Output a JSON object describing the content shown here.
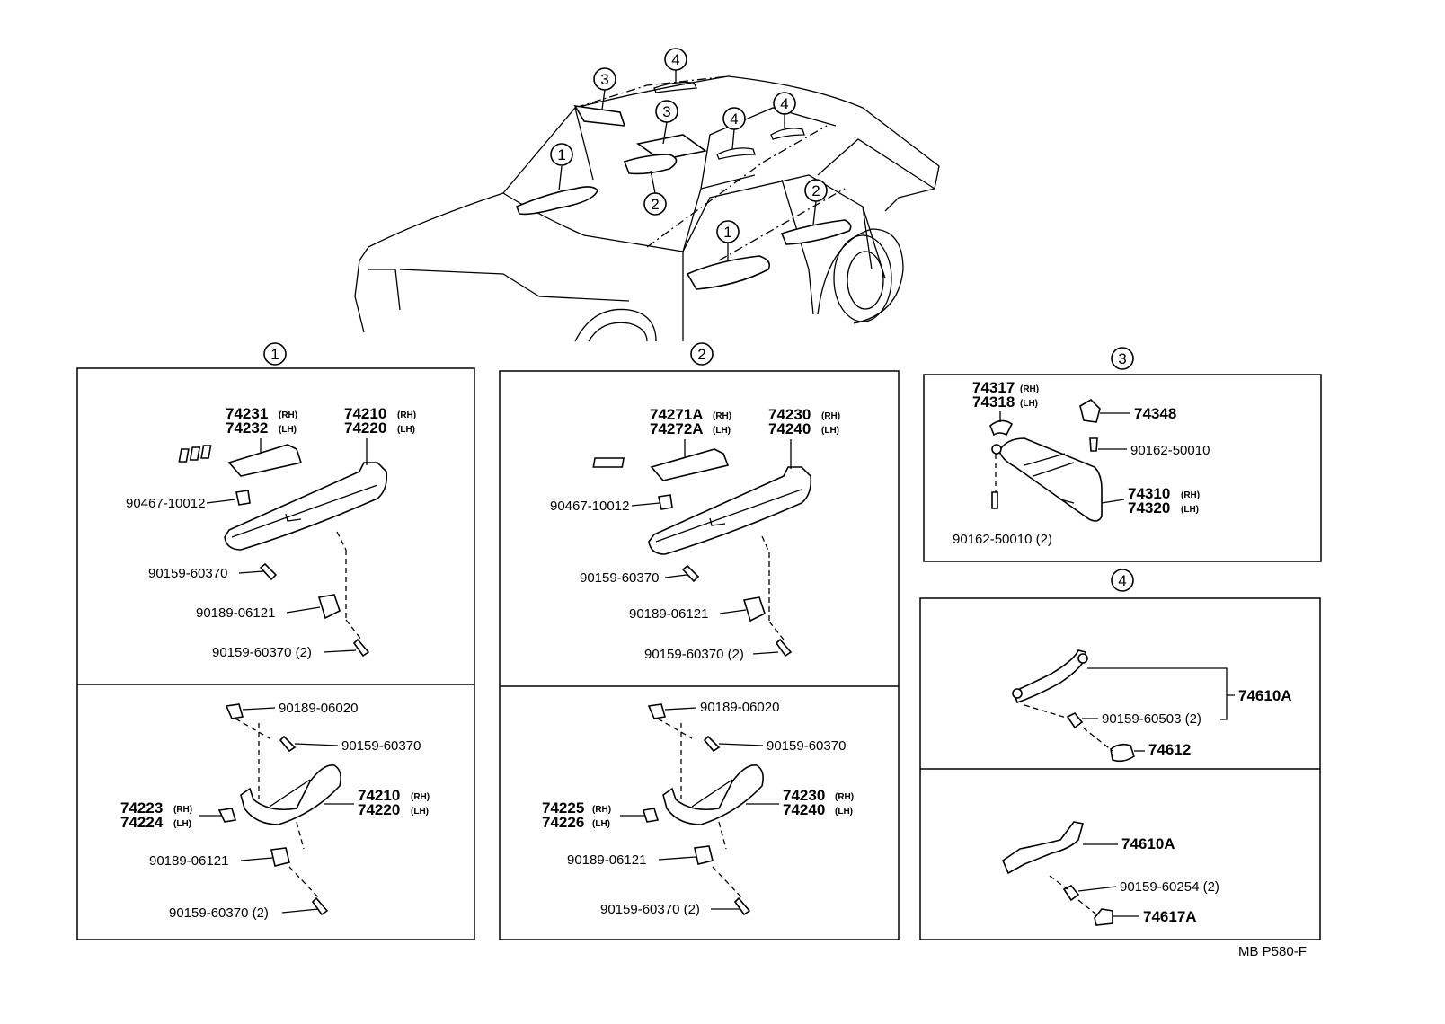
{
  "overview": {
    "callouts": [
      "1",
      "2",
      "3",
      "4"
    ]
  },
  "panel1": {
    "marker": "1",
    "upper": {
      "part_74231": "74231",
      "part_74231_side": "(RH)",
      "part_74232": "74232",
      "part_74232_side": "(LH)",
      "part_74210": "74210",
      "part_74210_side": "(RH)",
      "part_74220": "74220",
      "part_74220_side": "(LH)",
      "p_90467": "90467-10012",
      "p_90159a": "90159-60370",
      "p_90189": "90189-06121",
      "p_90159b": "90159-60370 (2)"
    },
    "lower": {
      "p_90189a": "90189-06020",
      "p_90159a": "90159-60370",
      "part_74223": "74223",
      "part_74223_side": "(RH)",
      "part_74224": "74224",
      "part_74224_side": "(LH)",
      "part_74210": "74210",
      "part_74210_side": "(RH)",
      "part_74220": "74220",
      "part_74220_side": "(LH)",
      "p_90189b": "90189-06121",
      "p_90159b": "90159-60370 (2)"
    }
  },
  "panel2": {
    "marker": "2",
    "upper": {
      "part_74271A": "74271A",
      "part_74271A_side": "(RH)",
      "part_74272A": "74272A",
      "part_74272A_side": "(LH)",
      "part_74230": "74230",
      "part_74230_side": "(RH)",
      "part_74240": "74240",
      "part_74240_side": "(LH)",
      "p_90467": "90467-10012",
      "p_90159a": "90159-60370",
      "p_90189": "90189-06121",
      "p_90159b": "90159-60370 (2)"
    },
    "lower": {
      "p_90189a": "90189-06020",
      "p_90159a": "90159-60370",
      "part_74225": "74225",
      "part_74225_side": "(RH)",
      "part_74226": "74226",
      "part_74226_side": "(LH)",
      "part_74230": "74230",
      "part_74230_side": "(RH)",
      "part_74240": "74240",
      "part_74240_side": "(LH)",
      "p_90189b": "90189-06121",
      "p_90159b": "90159-60370 (2)"
    }
  },
  "panel3": {
    "marker": "3",
    "part_74317": "74317",
    "part_74317_side": "(RH)",
    "part_74318": "74318",
    "part_74318_side": "(LH)",
    "part_74348": "74348",
    "p_90162a": "90162-50010",
    "part_74310": "74310",
    "part_74310_side": "(RH)",
    "part_74320": "74320",
    "part_74320_side": "(LH)",
    "p_90162b": "90162-50010 (2)"
  },
  "panel4": {
    "marker": "4",
    "upper": {
      "part_74610A": "74610A",
      "p_90159": "90159-60503 (2)",
      "part_74612": "74612"
    },
    "lower": {
      "part_74610A": "74610A",
      "p_90159": "90159-60254 (2)",
      "part_74617A": "74617A"
    }
  },
  "footer": {
    "code": "MB P580-F"
  }
}
